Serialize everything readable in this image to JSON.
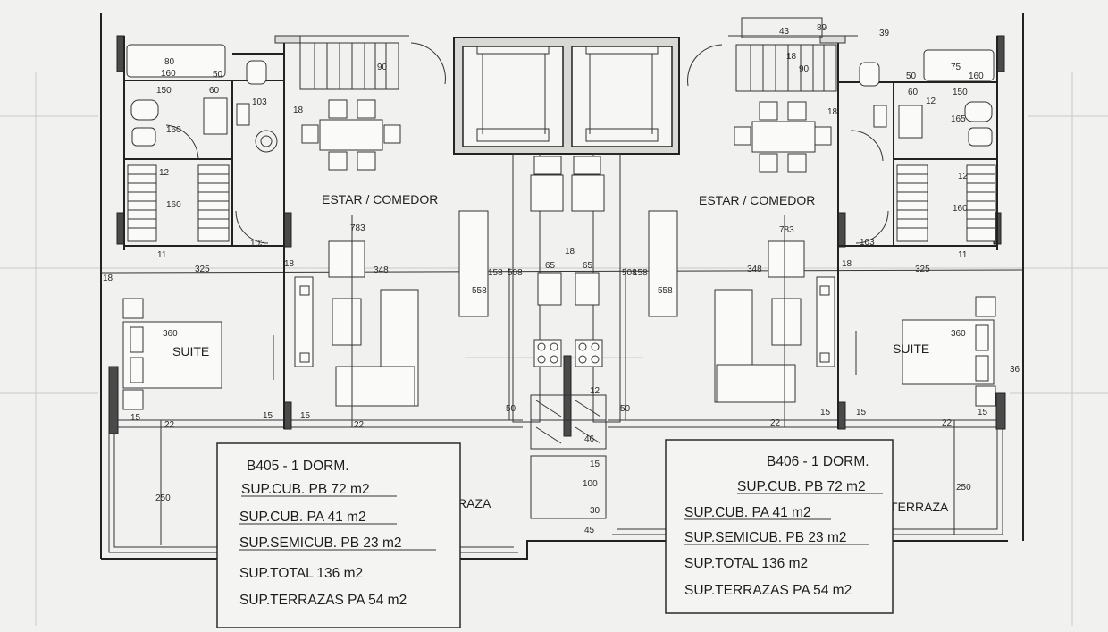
{
  "units": [
    {
      "id": "B405",
      "title": "B405 - 1 DORM.",
      "lines": [
        {
          "text": "SUP.CUB. PB 72 m2",
          "underline": true
        },
        {
          "text": "SUP.CUB. PA 41 m2",
          "underline": true
        },
        {
          "text": "SUP.SEMICUB. PB 23 m2",
          "underline": true
        },
        {
          "text": "SUP.TOTAL 136 m2",
          "underline": false
        },
        {
          "text": "SUP.TERRAZAS PA 54 m2",
          "underline": false
        }
      ]
    },
    {
      "id": "B406",
      "title": "B406 - 1 DORM.",
      "lines": [
        {
          "text": "SUP.CUB. PB 72 m2",
          "underline": true
        },
        {
          "text": "SUP.CUB. PA 41 m2",
          "underline": true
        },
        {
          "text": "SUP.SEMICUB. PB 23 m2",
          "underline": true
        },
        {
          "text": "SUP.TOTAL 136 m2",
          "underline": false
        },
        {
          "text": "SUP.TERRAZAS PA 54 m2",
          "underline": false
        }
      ]
    }
  ],
  "rooms": {
    "estar_left": "ESTAR / COMEDOR",
    "estar_right": "ESTAR / COMEDOR",
    "suite_left": "SUITE",
    "suite_right": "SUITE",
    "terraza_left": "TERRAZA",
    "terraza_right": "TERRAZA"
  },
  "dims": {
    "d80": "80",
    "d160a": "160",
    "d50a": "50",
    "d150a": "150",
    "d60a": "60",
    "d103a": "103",
    "d18a": "18",
    "d160b": "160",
    "d12a": "12",
    "d160c": "160",
    "d11a": "11",
    "d103b": "103",
    "d18b": "18",
    "d325a": "325",
    "d18c": "18",
    "d348a": "348",
    "d783a": "783",
    "d360a": "360",
    "d15a": "15",
    "d22a": "22",
    "d15b": "15",
    "d15c": "15",
    "d22b": "22",
    "d250a": "250",
    "d90a": "90",
    "d558a": "558",
    "d158a": "158",
    "d508a": "508",
    "d65a": "65",
    "d18d": "18",
    "d65b": "65",
    "d508b": "508",
    "d158b": "158",
    "d558b": "558",
    "d50b": "50",
    "d12b": "12",
    "d50c": "50",
    "d46": "46",
    "d15d": "15",
    "d100": "100",
    "d30": "30",
    "d45": "45",
    "d89": "89",
    "d43": "43",
    "d39": "39",
    "d18e": "18",
    "d90b": "90",
    "d75": "75",
    "d160d": "160",
    "d50d": "50",
    "d150b": "150",
    "d60b": "60",
    "d12c": "12",
    "d165": "165",
    "d18f": "18",
    "d12d": "12",
    "d160e": "160",
    "d103c": "103",
    "d11b": "11",
    "d783b": "783",
    "d348b": "348",
    "d18g": "18",
    "d325b": "325",
    "d360b": "360",
    "d22c": "22",
    "d15e": "15",
    "d15f": "15",
    "d22d": "22",
    "d15g": "15",
    "d36": "36",
    "d250b": "250"
  }
}
